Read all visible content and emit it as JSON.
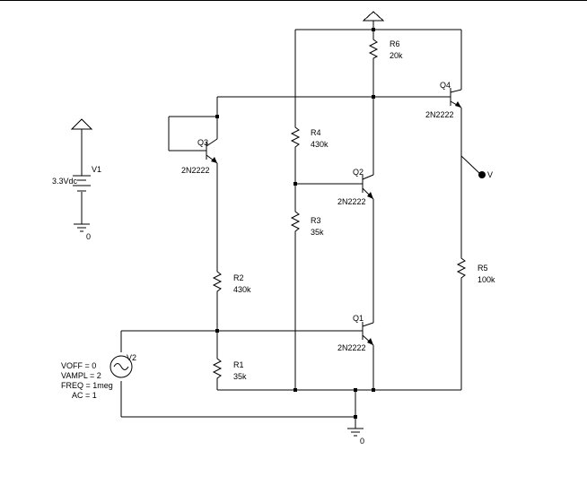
{
  "components": {
    "v1": {
      "name": "V1",
      "value": "3.3Vdc"
    },
    "v2": {
      "name": "V2",
      "voff": "VOFF = 0",
      "vampl": "VAMPL = 2",
      "freq": "FREQ = 1meg",
      "ac": "AC = 1"
    },
    "r1": {
      "name": "R1",
      "value": "35k"
    },
    "r2": {
      "name": "R2",
      "value": "430k"
    },
    "r3": {
      "name": "R3",
      "value": "35k"
    },
    "r4": {
      "name": "R4",
      "value": "430k"
    },
    "r5": {
      "name": "R5",
      "value": "100k"
    },
    "r6": {
      "name": "R6",
      "value": "20k"
    },
    "q1": {
      "name": "Q1",
      "model": "2N2222"
    },
    "q2": {
      "name": "Q2",
      "model": "2N2222"
    },
    "q3": {
      "name": "Q3",
      "model": "2N2222"
    },
    "q4": {
      "name": "Q4",
      "model": "2N2222"
    }
  },
  "grounds": {
    "v1_ground": "0",
    "main_ground": "0"
  },
  "probe": {
    "label": "V"
  }
}
